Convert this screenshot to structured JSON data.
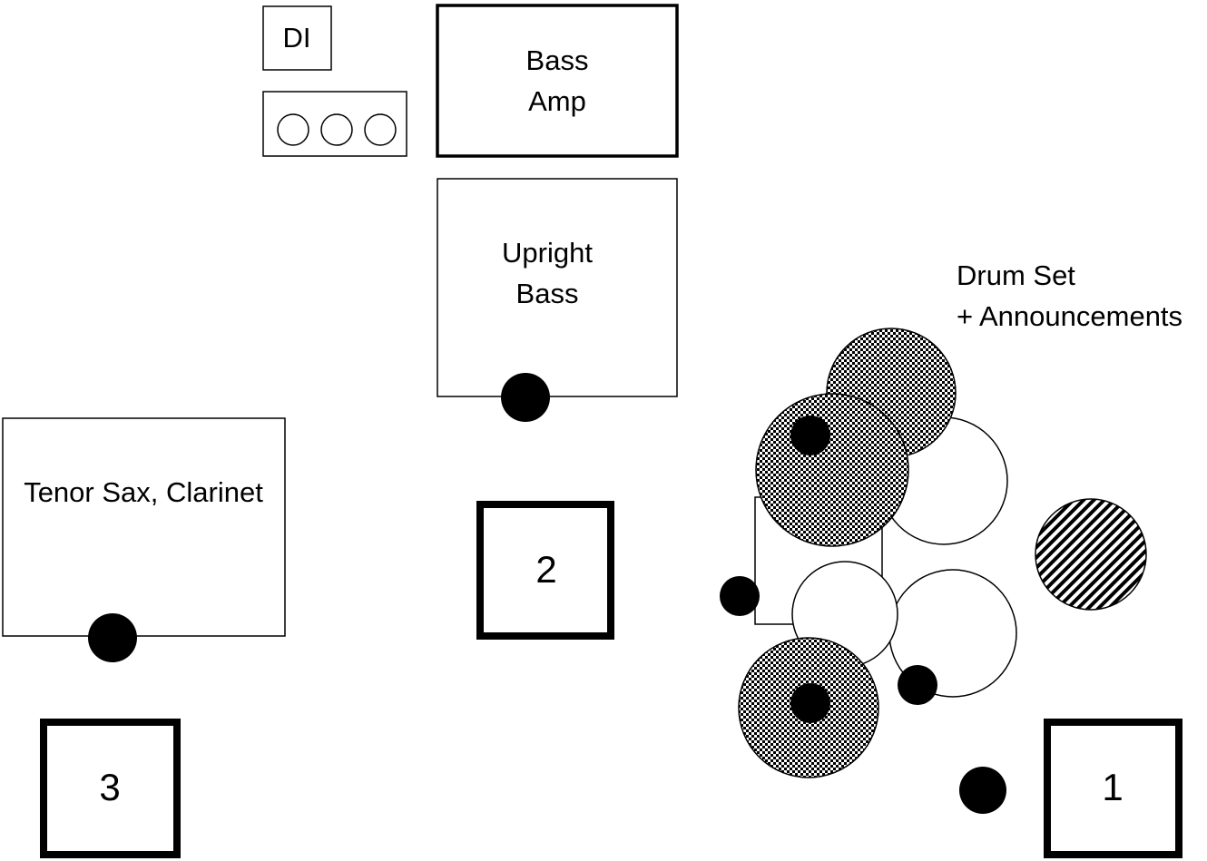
{
  "labels": {
    "di": "DI",
    "bass_amp_line1": "Bass",
    "bass_amp_line2": "Amp",
    "upright_bass_line1": "Upright",
    "upright_bass_line2": "Bass",
    "sax": "Tenor Sax, Clarinet",
    "drums_line1": "Drum Set",
    "drums_line2": "+ Announcements"
  },
  "monitors": {
    "m1": "1",
    "m2": "2",
    "m3": "3"
  }
}
